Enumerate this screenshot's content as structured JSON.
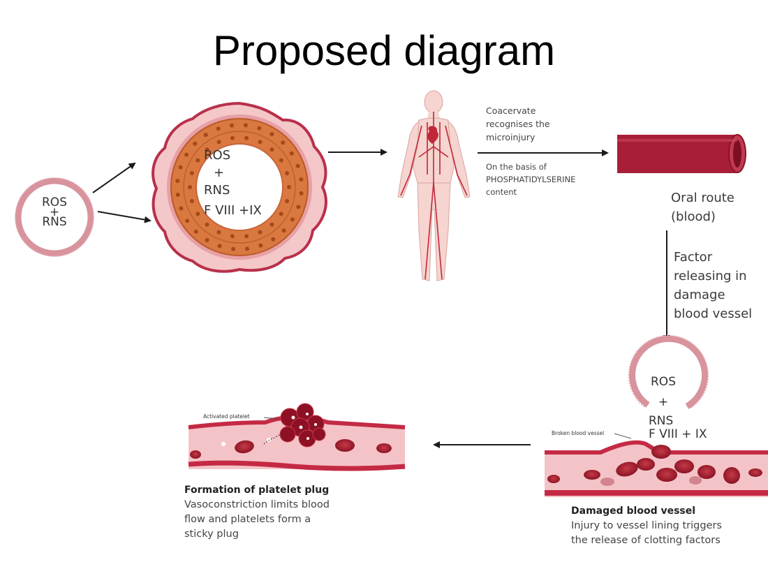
{
  "title": "Proposed diagram",
  "left_vesicle": {
    "line1": "ROS",
    "plus": "+",
    "line2": "RNS"
  },
  "vessel_cross_section": {
    "line1": "ROS",
    "plus": "+",
    "line2": "RNS",
    "line3": "F VIII +IX"
  },
  "coacervate_note": {
    "line1": "Coacervate",
    "line2": "recognises the",
    "line3": "microinjury"
  },
  "basis_note": {
    "line1": "On the basis of",
    "line2": "PHOSPHATIDYLSERINE",
    "line3": "content"
  },
  "route": {
    "line1": "Oral route",
    "line2": "(blood)"
  },
  "factor_release": {
    "line1": "Factor",
    "line2": "releasing in",
    "line3": "damage",
    "line4": "blood vessel"
  },
  "right_vesicle": {
    "line1": "ROS",
    "plus": "+",
    "line2": "RNS",
    "line3": "F VIII + IX"
  },
  "damaged_vessel": {
    "tag": "Broken blood vessel",
    "caption_title": "Damaged blood vessel",
    "caption_line1": "Injury to vessel lining triggers",
    "caption_line2": "the release of clotting factors"
  },
  "platelet_plug": {
    "tag": "Activated platelet",
    "caption_title": "Formation of platelet plug",
    "caption_line1": "Vasoconstriction limits blood",
    "caption_line2": "flow and platelets form a",
    "caption_line3": "sticky plug"
  },
  "colors": {
    "vessel_dark": "#b8304a",
    "vessel_pink": "#f3c3c8",
    "cell_orange": "#d97a44",
    "rbc": "#a01828",
    "arrow": "#1a1a1a"
  }
}
